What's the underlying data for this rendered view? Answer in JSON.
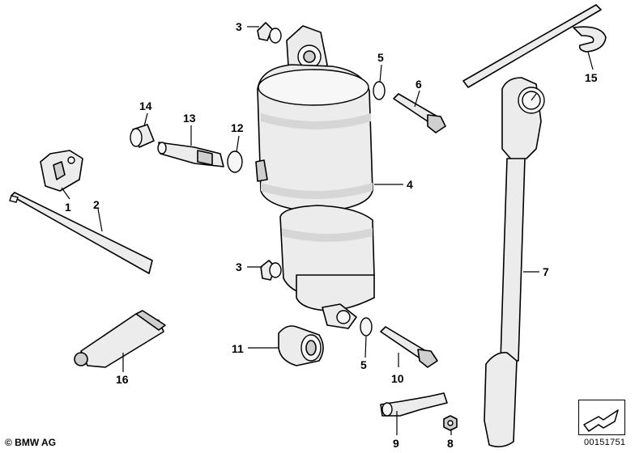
{
  "callouts": {
    "c1": "1",
    "c2": "2",
    "c3a": "3",
    "c3b": "3",
    "c4": "4",
    "c5a": "5",
    "c5b": "5",
    "c6": "6",
    "c7": "7",
    "c8": "8",
    "c9": "9",
    "c10": "10",
    "c11": "11",
    "c12": "12",
    "c13": "13",
    "c14": "14",
    "c15": "15",
    "c16": "16"
  },
  "footer": {
    "copyright": "© BMW AG",
    "figure_id": "00151751"
  },
  "icons": {
    "corner_logo": "arrow-box-icon"
  }
}
